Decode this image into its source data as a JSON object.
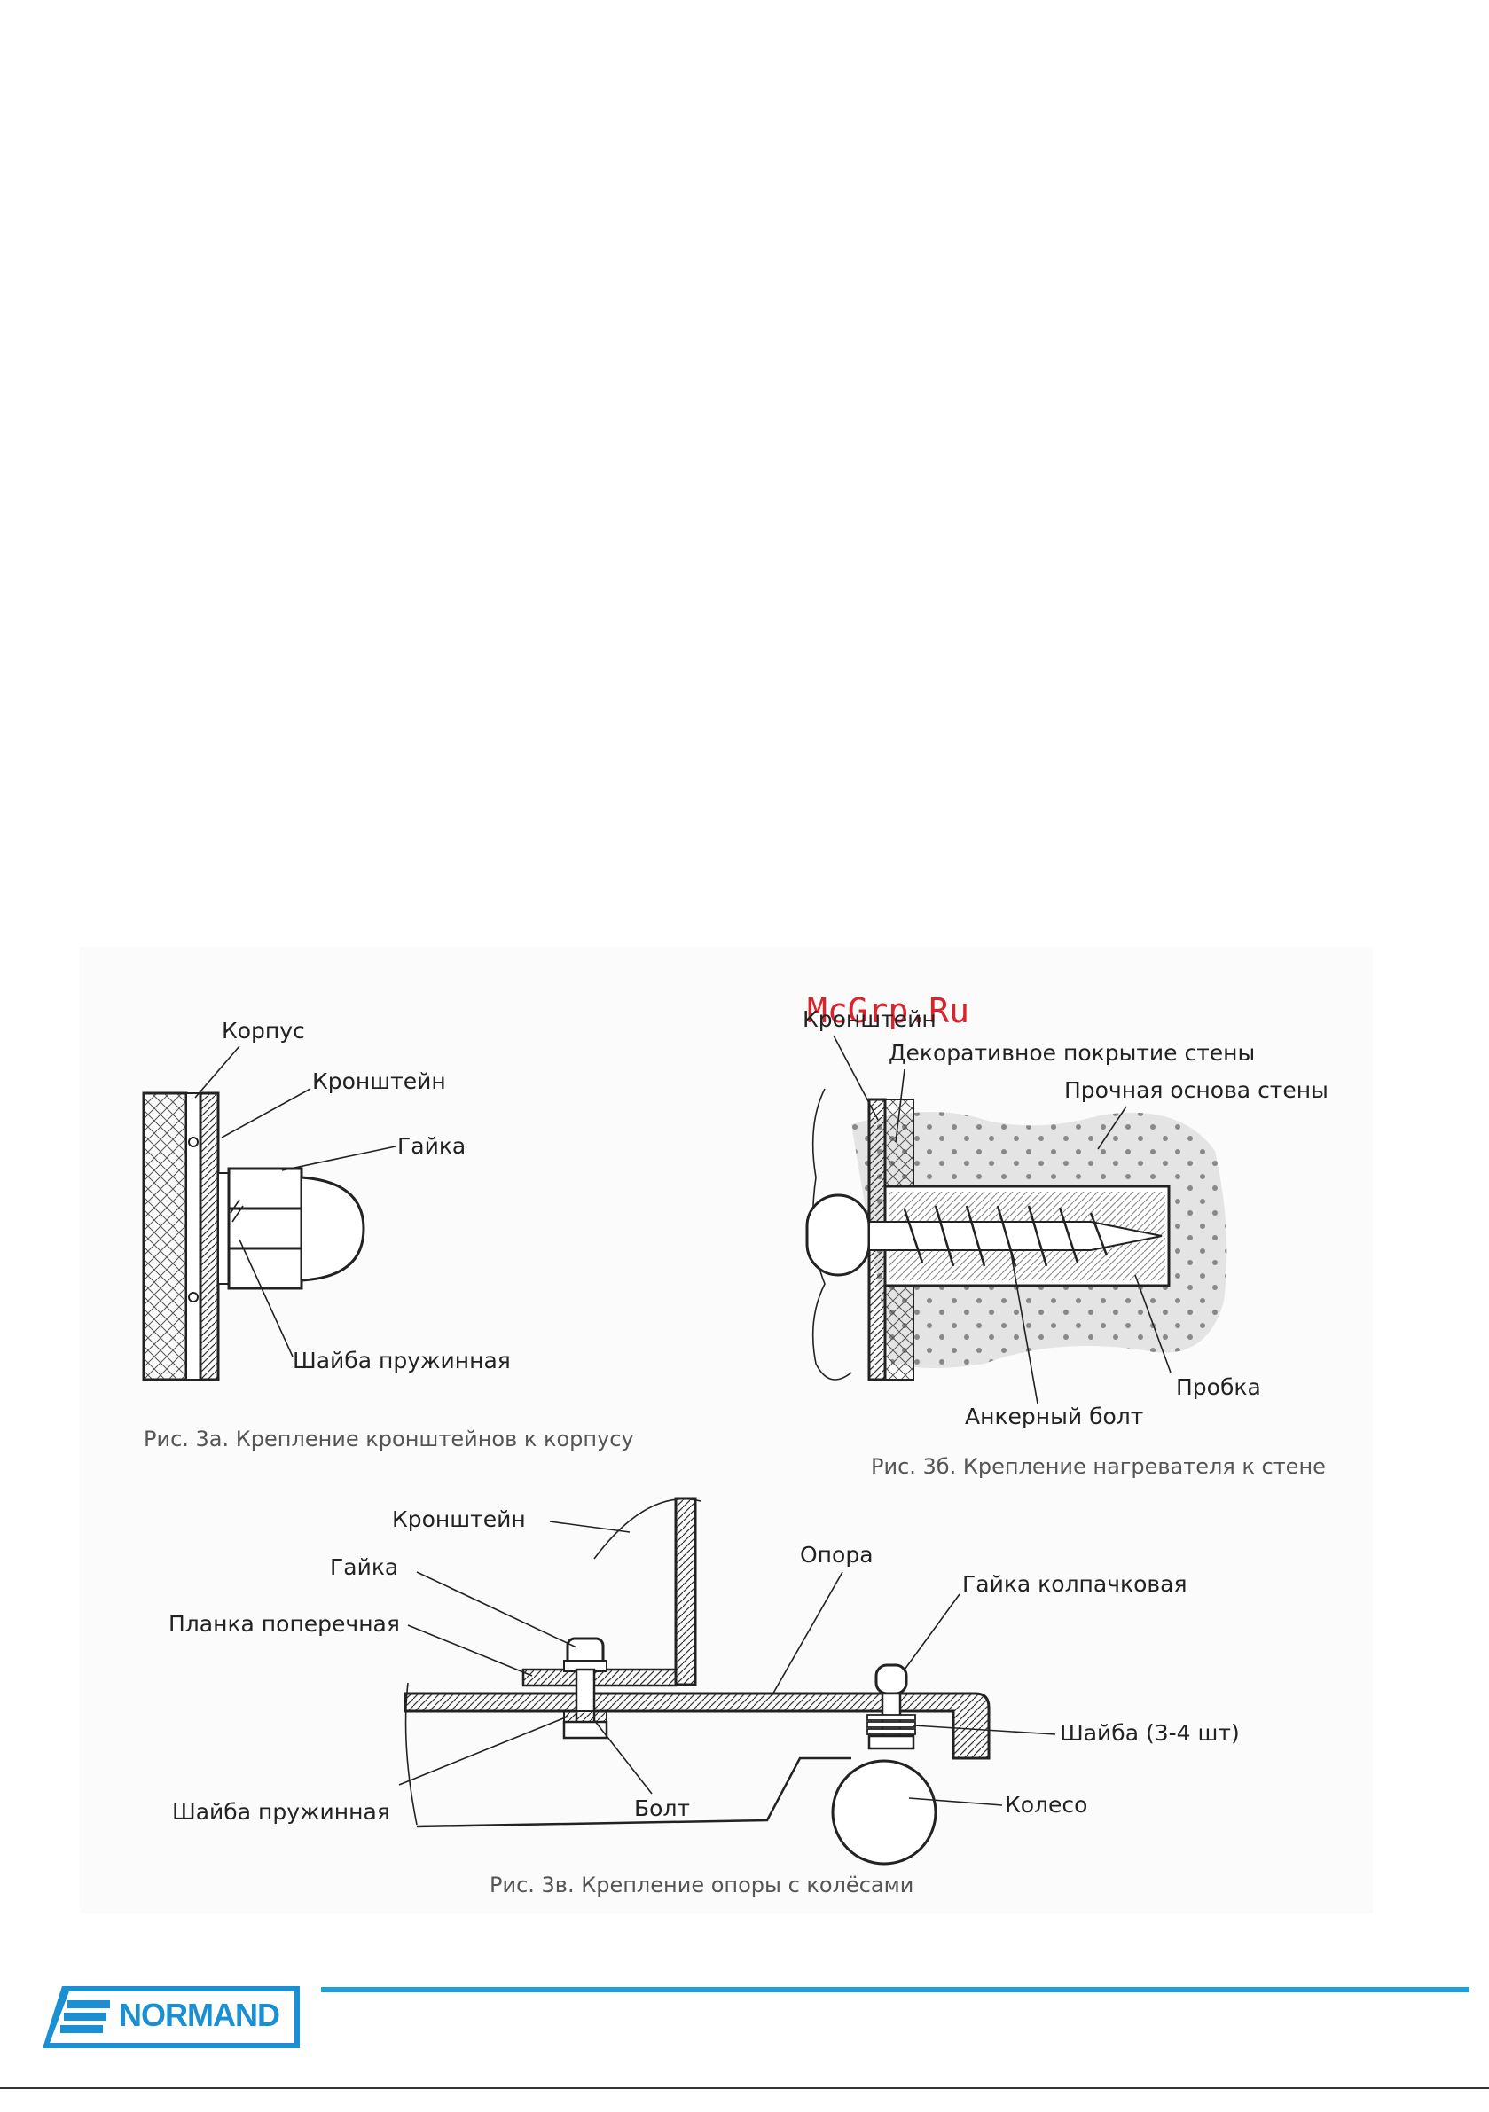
{
  "watermark": "McGrp.Ru",
  "fig_a": {
    "labels": {
      "housing": "Корпус",
      "bracket": "Кронштейн",
      "nut": "Гайка",
      "spring_washer": "Шайба пружинная"
    },
    "caption": "Рис. 3а. Крепление кронштейнов к корпусу"
  },
  "fig_b": {
    "labels": {
      "bracket": "Кронштейн",
      "decor_cover": "Декоративное покрытие стены",
      "wall_base": "Прочная основа стены",
      "plug": "Пробка",
      "anchor_bolt": "Анкерный болт"
    },
    "caption": "Рис. 3б. Крепление нагревателя к стене"
  },
  "fig_c": {
    "labels": {
      "bracket": "Кронштейн",
      "nut": "Гайка",
      "support": "Опора",
      "cap_nut": "Гайка колпачковая",
      "cross_plate": "Планка поперечная",
      "washers": "Шайба (3-4 шт)",
      "spring_washer": "Шайба пружинная",
      "bolt": "Болт",
      "wheel": "Колесо"
    },
    "caption": "Рис. 3в. Крепление опоры с колёсами"
  },
  "brand": {
    "name": "NORMAND",
    "color": "#1a8fd1"
  }
}
